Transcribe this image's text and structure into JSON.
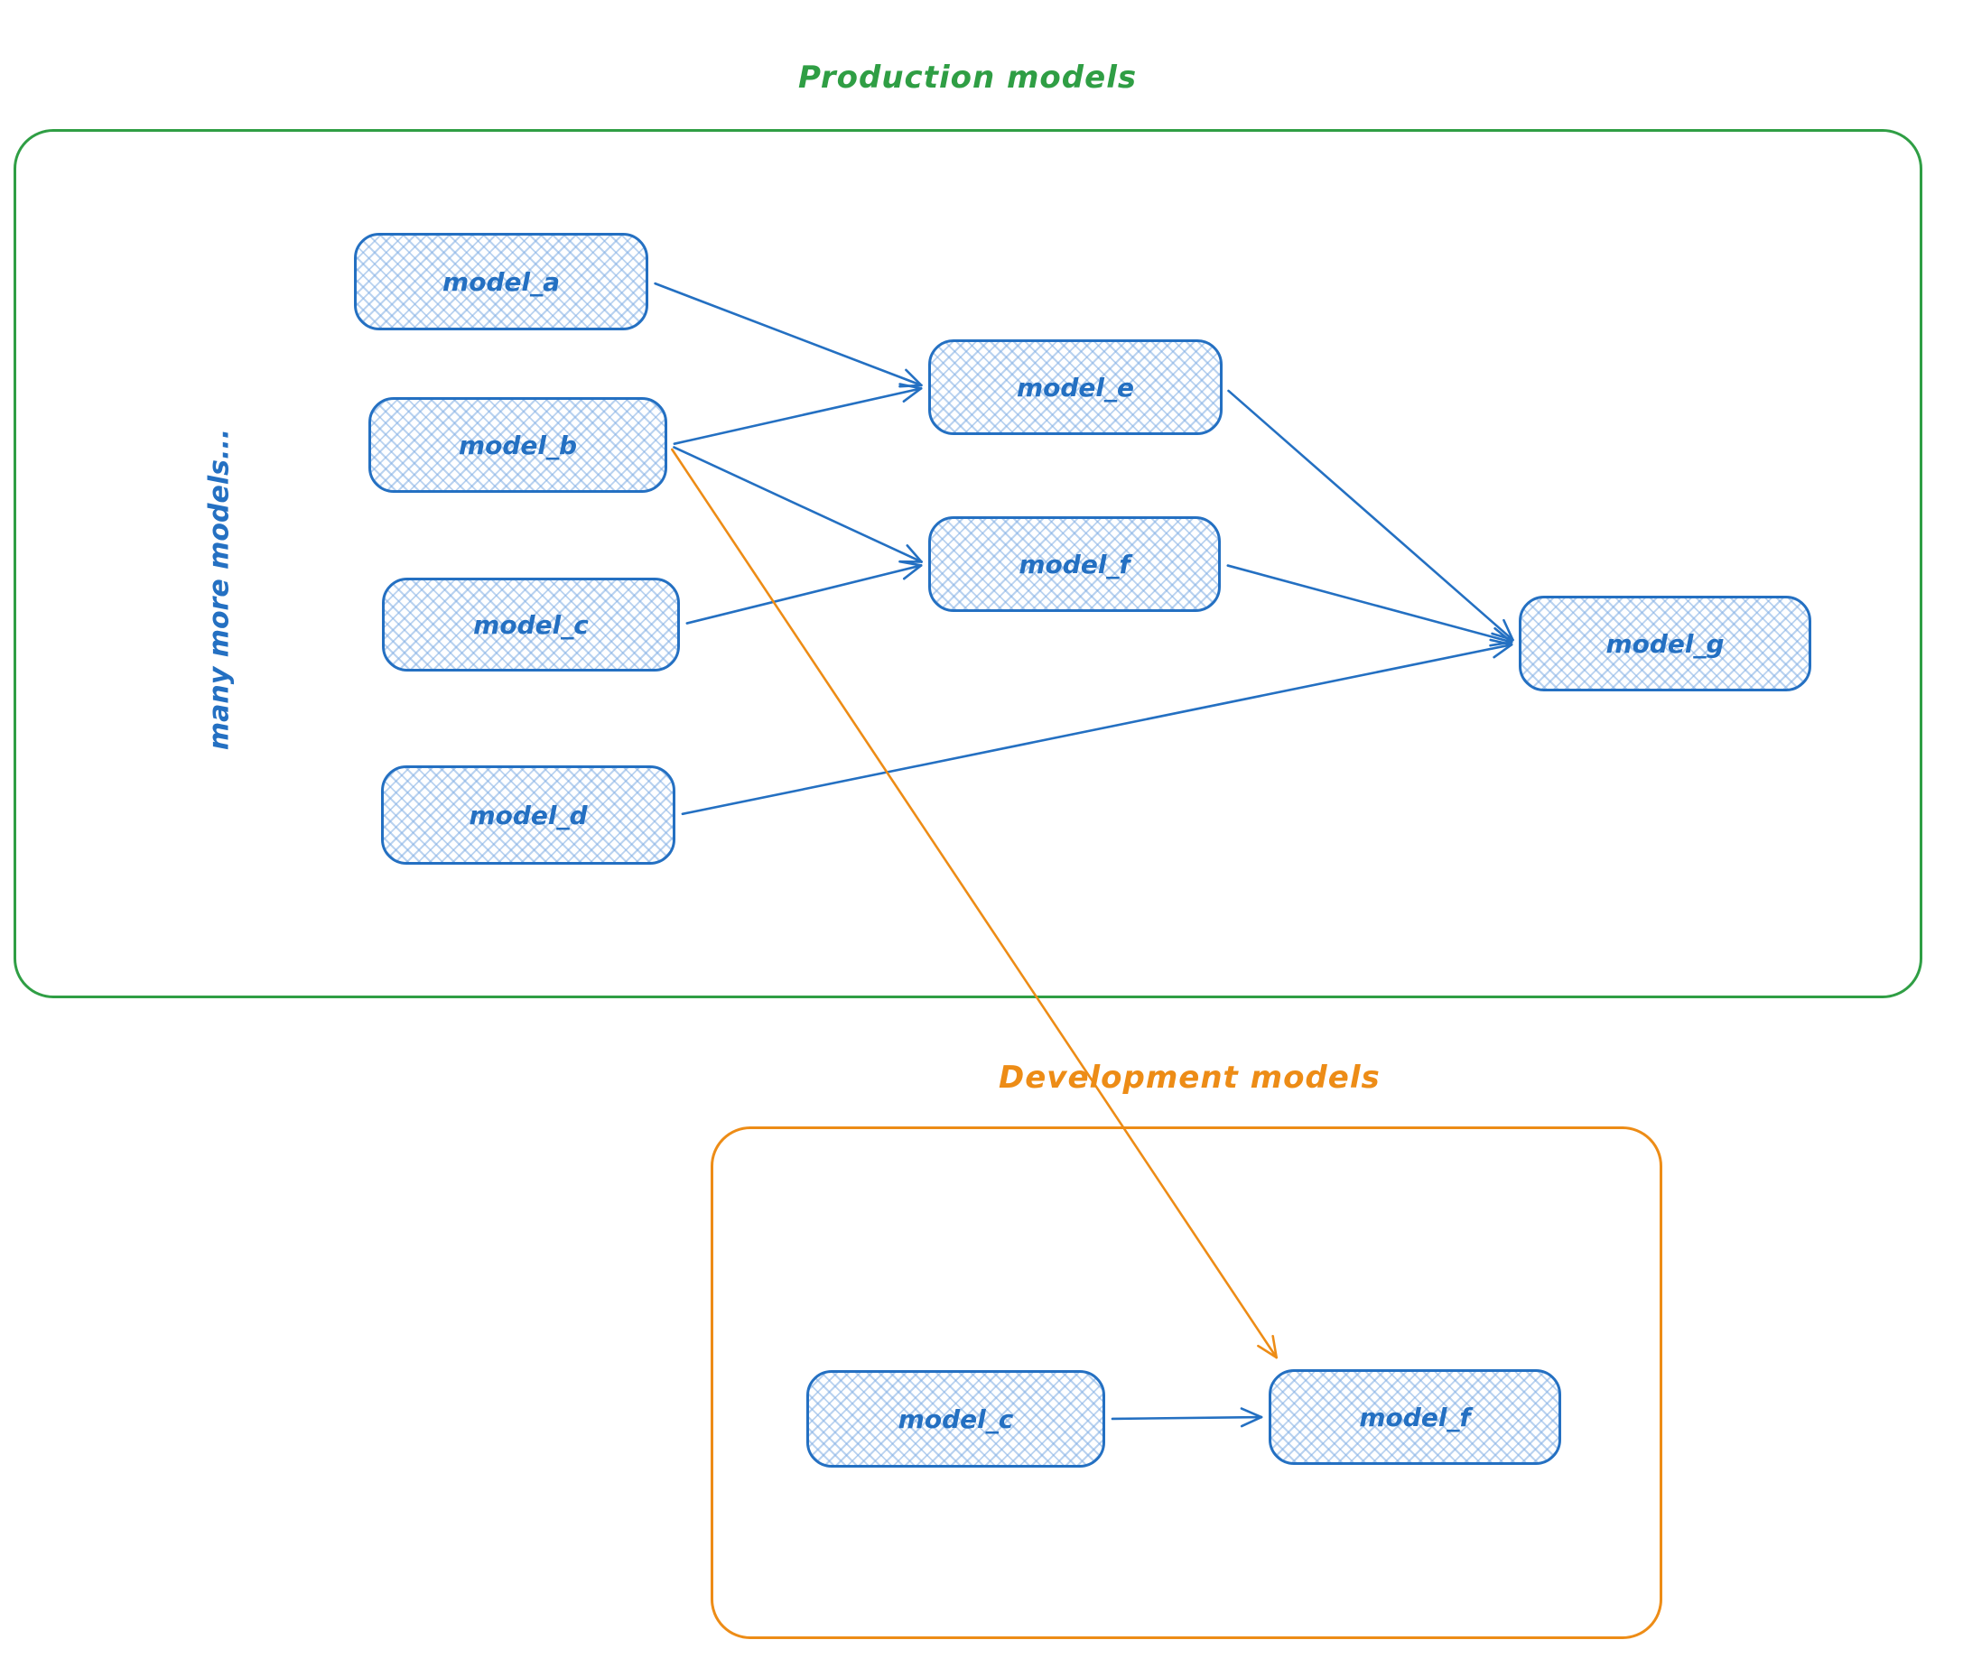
{
  "titles": {
    "production": "Production models",
    "development": "Development models"
  },
  "side_note": "many more models...",
  "colors": {
    "blue": "#2470c2",
    "green": "#2f9e44",
    "orange": "#ed8c16"
  },
  "production": {
    "nodes": [
      {
        "id": "prod-a",
        "label": "model_a"
      },
      {
        "id": "prod-b",
        "label": "model_b"
      },
      {
        "id": "prod-c",
        "label": "model_c"
      },
      {
        "id": "prod-d",
        "label": "model_d"
      },
      {
        "id": "prod-e",
        "label": "model_e"
      },
      {
        "id": "prod-f",
        "label": "model_f"
      },
      {
        "id": "prod-g",
        "label": "model_g"
      }
    ]
  },
  "development": {
    "nodes": [
      {
        "id": "dev-c",
        "label": "model_c"
      },
      {
        "id": "dev-f",
        "label": "model_f"
      }
    ]
  },
  "edges": [
    {
      "from": "prod-a",
      "to": "prod-e",
      "from_anchor": "right",
      "to_anchor": "left",
      "color": "blue"
    },
    {
      "from": "prod-b",
      "to": "prod-e",
      "from_anchor": "right",
      "to_anchor": "left",
      "color": "blue"
    },
    {
      "from": "prod-b",
      "to": "prod-f",
      "from_anchor": "right",
      "to_anchor": "left",
      "color": "blue"
    },
    {
      "from": "prod-c",
      "to": "prod-f",
      "from_anchor": "right",
      "to_anchor": "left",
      "color": "blue"
    },
    {
      "from": "prod-e",
      "to": "prod-g",
      "from_anchor": "right",
      "to_anchor": "left",
      "color": "blue"
    },
    {
      "from": "prod-f",
      "to": "prod-g",
      "from_anchor": "right",
      "to_anchor": "left",
      "color": "blue"
    },
    {
      "from": "prod-d",
      "to": "prod-g",
      "from_anchor": "right",
      "to_anchor": "left",
      "color": "blue"
    },
    {
      "from": "prod-b",
      "to": "dev-f",
      "from_anchor": "right",
      "to_anchor": "top-left",
      "color": "orange"
    },
    {
      "from": "dev-c",
      "to": "dev-f",
      "from_anchor": "right",
      "to_anchor": "left",
      "color": "blue"
    }
  ]
}
